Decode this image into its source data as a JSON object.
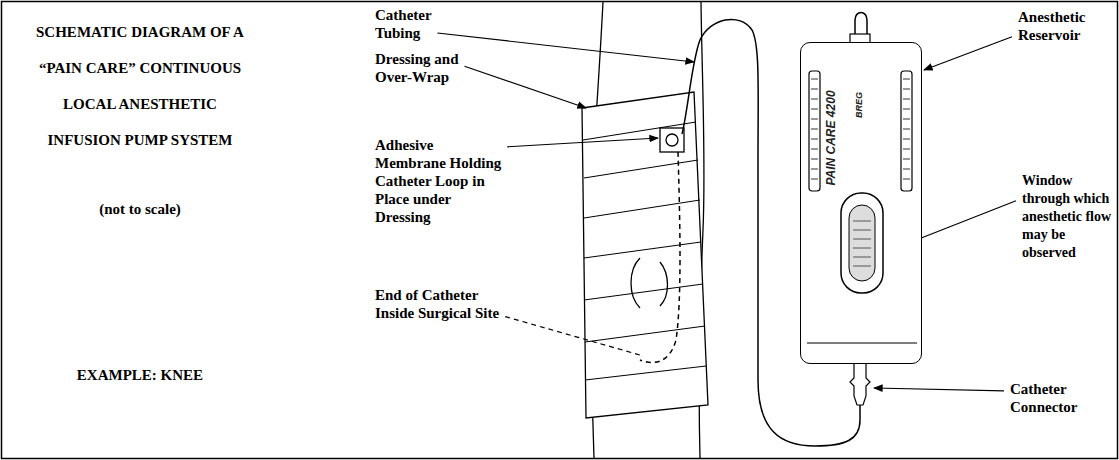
{
  "diagram": {
    "title": "SCHEMATIC DIAGRAM OF A “PAIN CARE” CONTINUOUS LOCAL ANESTHETIC INFUSION PUMP SYSTEM",
    "nodes": [
      {
        "text": [
          "PAIN CARE 4200",
          "BREG"
        ]
      }
    ],
    "labels": [
      "(not to scale)",
      "EXAMPLE: KNEE",
      "Catheter Tubing",
      "Dressing and Over-Wrap",
      "Adhesive Membrane Holding Catheter Loop in Place under Dressing",
      "End of Catheter Inside Surgical Site",
      "Anesthetic Reservoir",
      "Window through which anesthetic flow may be observed",
      "Catheter Connector"
    ]
  }
}
